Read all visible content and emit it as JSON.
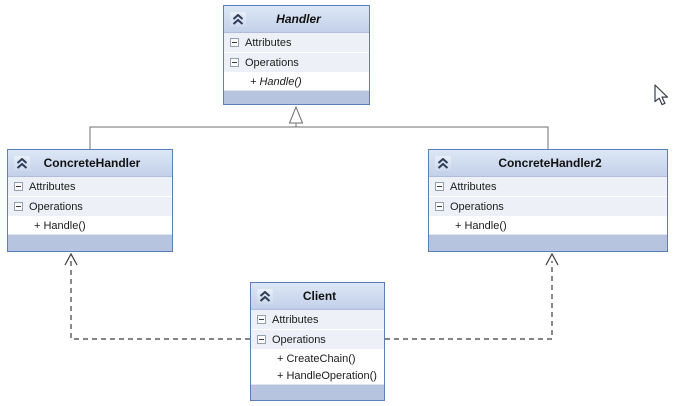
{
  "diagram": {
    "kind": "uml-class-diagram",
    "background_color": "#ffffff",
    "colors": {
      "box_border": "#5b7db8",
      "header_top": "#dde7f5",
      "header_bottom": "#c3d0e9",
      "section_row_bg": "#edf1f7",
      "member_row_bg": "#ffffff",
      "bottom_strip": "#b6c4e0",
      "inheritance_line": "#6f6f6f",
      "dependency_line": "#3c3c3c",
      "text": "#1c1c1c"
    },
    "icons": {
      "collapse": "chevron-double-up-icon",
      "section_toggle": "minus-box-icon"
    },
    "classes": [
      {
        "name": "Handler",
        "abstract": true,
        "attributes_label": "Attributes",
        "operations_label": "Operations",
        "operations": [
          "+ Handle()"
        ]
      },
      {
        "name": "ConcreteHandler",
        "abstract": false,
        "attributes_label": "Attributes",
        "operations_label": "Operations",
        "operations": [
          "+ Handle()"
        ]
      },
      {
        "name": "ConcreteHandler2",
        "abstract": false,
        "attributes_label": "Attributes",
        "operations_label": "Operations",
        "operations": [
          "+ Handle()"
        ]
      },
      {
        "name": "Client",
        "abstract": false,
        "attributes_label": "Attributes",
        "operations_label": "Operations",
        "operations": [
          "+ CreateChain()",
          "+ HandleOperation()"
        ]
      }
    ],
    "relationships": [
      {
        "type": "inheritance",
        "from": "ConcreteHandler",
        "to": "Handler"
      },
      {
        "type": "inheritance",
        "from": "ConcreteHandler2",
        "to": "Handler"
      },
      {
        "type": "dependency",
        "from": "Client",
        "to": "ConcreteHandler"
      },
      {
        "type": "dependency",
        "from": "Client",
        "to": "ConcreteHandler2"
      }
    ],
    "cursor_visible": true
  }
}
